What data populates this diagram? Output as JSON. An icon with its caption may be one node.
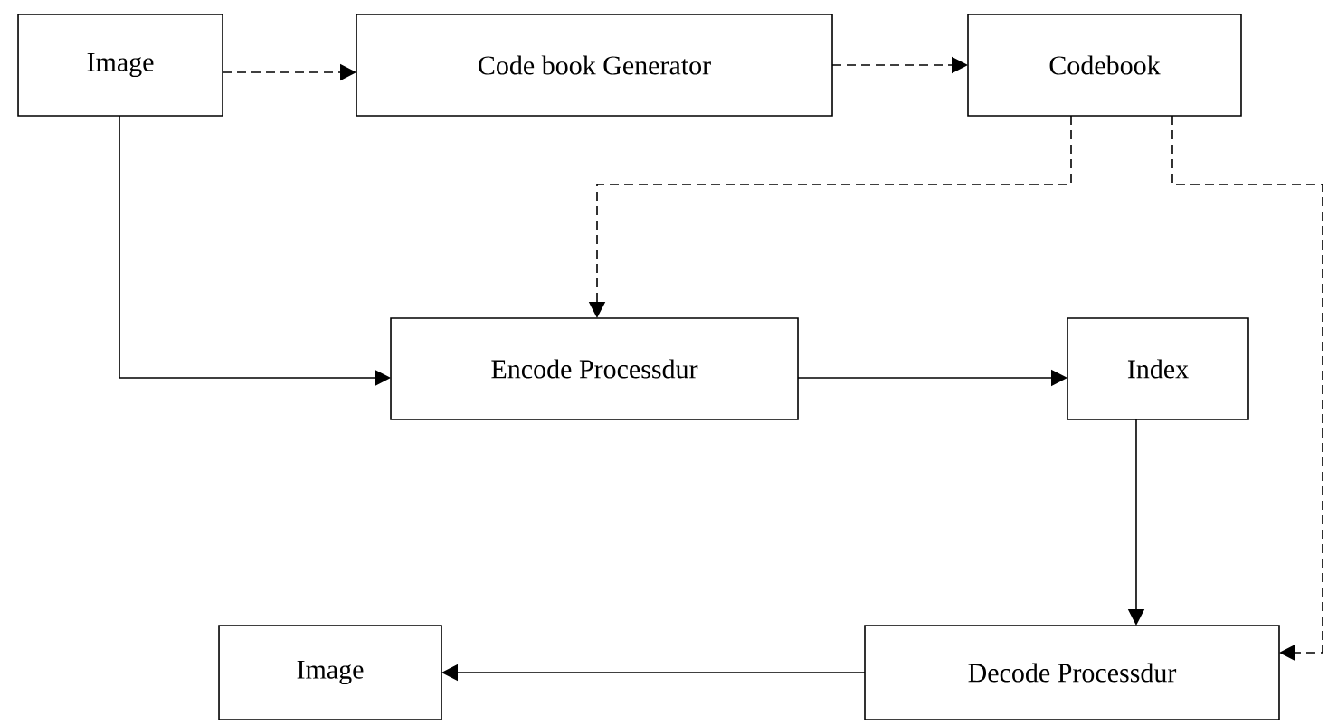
{
  "diagram": {
    "nodes": [
      {
        "text": [
          "Image"
        ]
      },
      {
        "text": [
          "Code book Generator"
        ]
      },
      {
        "text": [
          "Codebook"
        ]
      },
      {
        "text": [
          "Encode Processdur"
        ]
      },
      {
        "text": [
          "Index"
        ]
      },
      {
        "text": [
          "Image"
        ]
      },
      {
        "text": [
          "Decode Processdur"
        ]
      }
    ],
    "edges": [
      {
        "from": 0,
        "to": 1,
        "arrow": "to",
        "style": "dashed"
      },
      {
        "from": 1,
        "to": 2,
        "arrow": "to",
        "style": "dashed"
      },
      {
        "from": 2,
        "to": 3,
        "arrow": "to",
        "style": "dashed"
      },
      {
        "from": 0,
        "to": 3,
        "arrow": "to"
      },
      {
        "from": 3,
        "to": 4,
        "arrow": "to"
      },
      {
        "from": 4,
        "to": 6,
        "arrow": "to"
      },
      {
        "from": 2,
        "to": 6,
        "arrow": "to",
        "style": "dashed"
      },
      {
        "from": 6,
        "to": 5,
        "arrow": "to"
      }
    ]
  }
}
